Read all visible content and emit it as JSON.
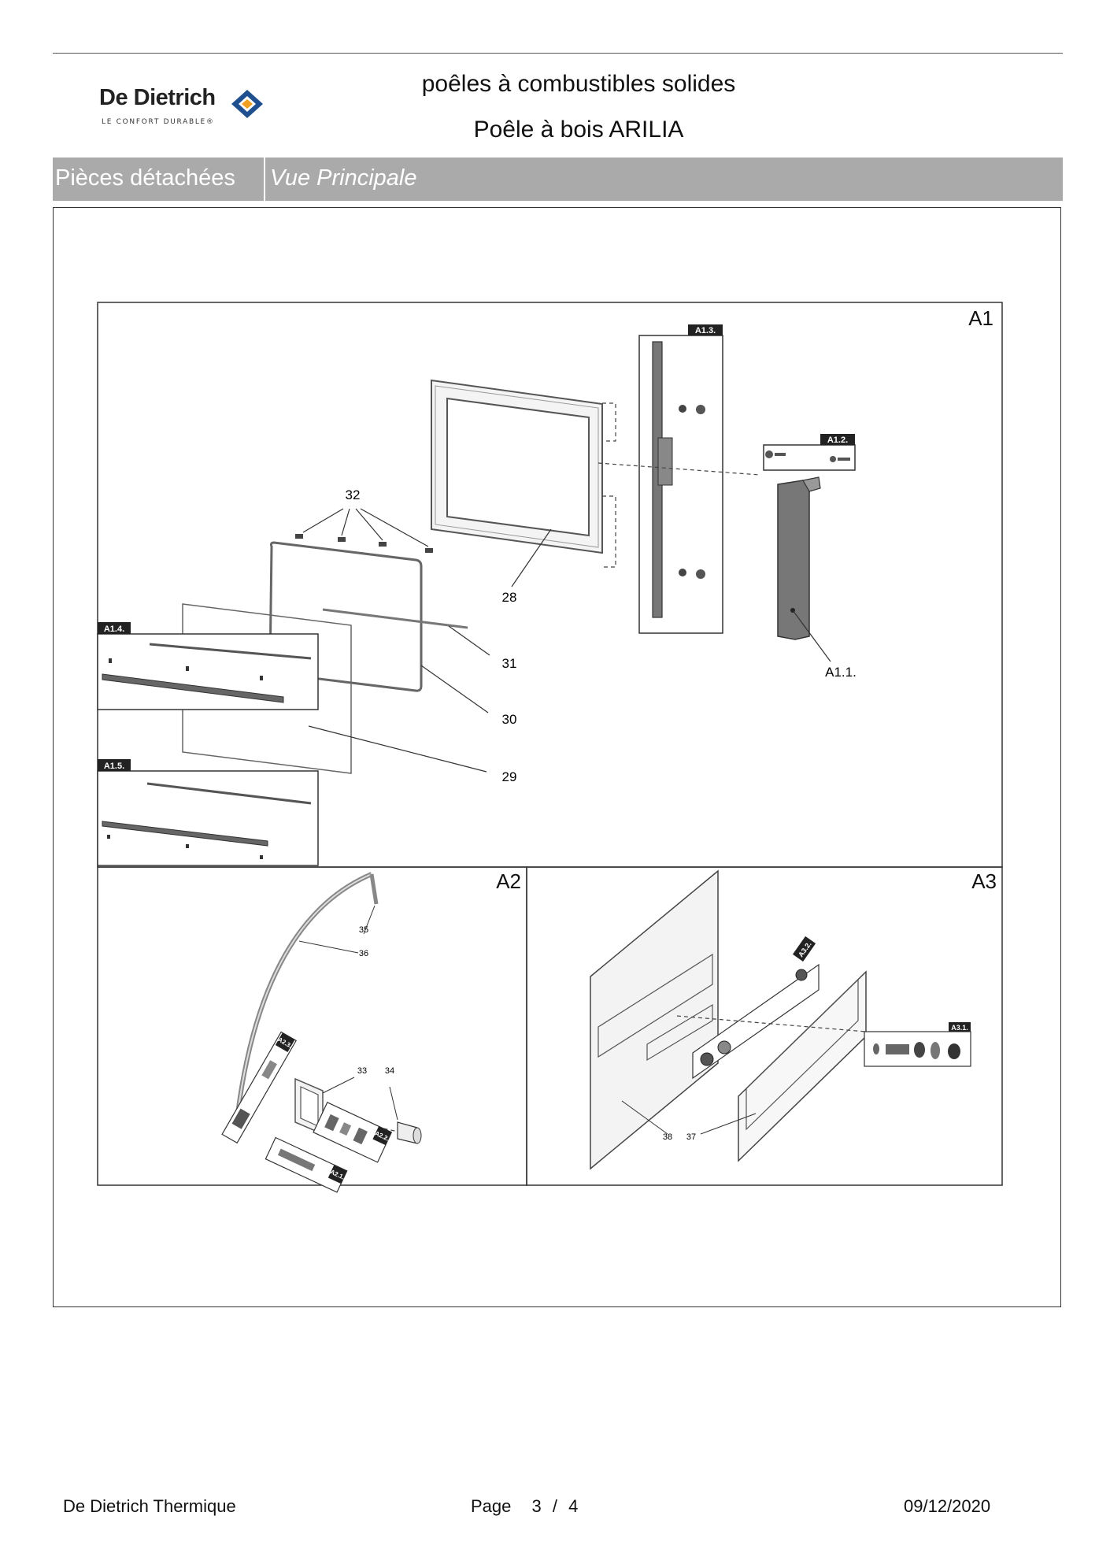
{
  "header": {
    "brand": "De Dietrich",
    "tagline": "LE CONFORT DURABLE®",
    "category": "poêles à combustibles solides",
    "product": "Poêle à bois ARILIA"
  },
  "band": {
    "section": "Pièces détachées",
    "view": "Vue Principale"
  },
  "panels": {
    "a1": "A1",
    "a2": "A2",
    "a3": "A3"
  },
  "tags": {
    "a1_2": "A1.2.",
    "a1_3": "A1.3.",
    "a1_4": "A1.4.",
    "a1_5": "A1.5.",
    "a2_1": "A2.1.",
    "a2_2": "A2.2.",
    "a2_3": "A2.3.",
    "a3_1": "A3.1.",
    "a3_2": "A3.2."
  },
  "callouts": {
    "c28": "28",
    "c29": "29",
    "c30": "30",
    "c31": "31",
    "c32": "32",
    "c33": "33",
    "c34": "34",
    "c35": "35",
    "c36": "36",
    "c37": "37",
    "c38": "38",
    "a1_1": "A1.1."
  },
  "footer": {
    "company": "De Dietrich Thermique",
    "page_word": "Page",
    "page_current": "3",
    "page_sep": "/",
    "page_total": "4",
    "date": "09/12/2020"
  },
  "colors": {
    "band": "#aaaaaa",
    "logo_blue": "#1f4f8f",
    "logo_orange": "#f0a020",
    "part_dark": "#666666",
    "part_fill": "#e6e6e6"
  }
}
